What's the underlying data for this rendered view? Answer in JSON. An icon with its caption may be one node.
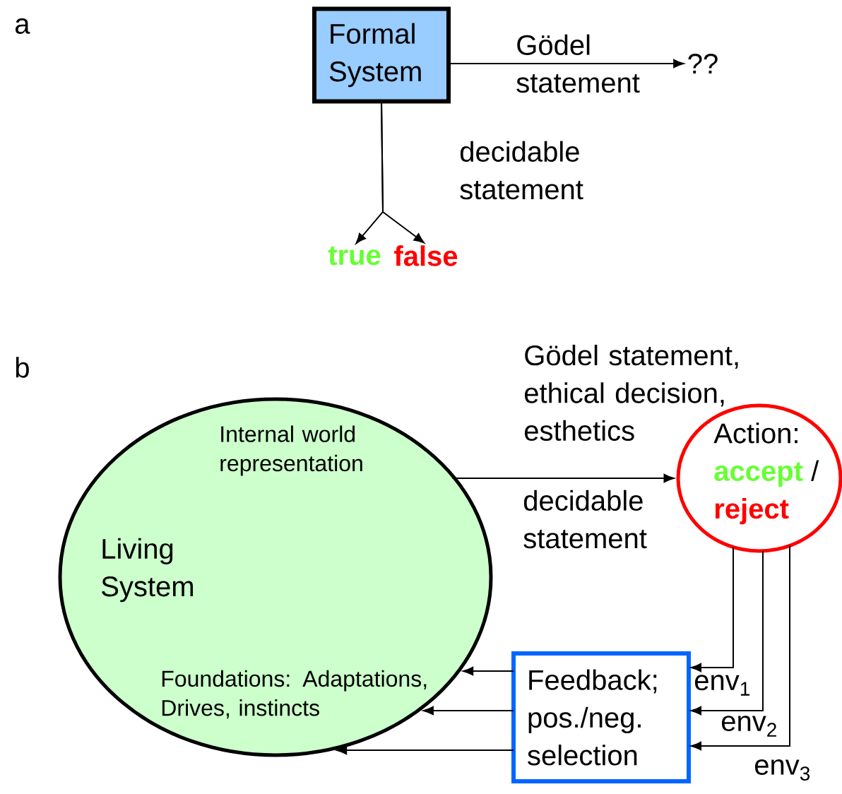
{
  "diagram": {
    "nodes": [
      {
        "text": [
          "Formal System"
        ]
      },
      {
        "text": [
          "??"
        ]
      },
      {
        "text": [
          "true"
        ]
      },
      {
        "text": [
          "false"
        ]
      },
      {
        "text": [
          "Internal world representation",
          "Living System",
          "Foundations: Adaptations, Drives, instincts"
        ]
      },
      {
        "text": [
          "Action:",
          "accept",
          "/",
          "reject"
        ]
      },
      {
        "text": [
          "Feedback; pos./neg. selection"
        ]
      }
    ],
    "edges": [
      {
        "from": 0,
        "to": 1,
        "arrow": "to",
        "label": "Gödel statement"
      },
      {
        "from": 0,
        "to": 2,
        "arrow": "to",
        "label": "decidable statement"
      },
      {
        "from": 0,
        "to": 3,
        "arrow": "to"
      },
      {
        "from": 4,
        "to": 5,
        "arrow": "to",
        "label": "decidable statement"
      },
      {
        "from": 5,
        "to": 6,
        "arrow": "to",
        "label": "env$_{1}$"
      },
      {
        "from": 5,
        "to": 6,
        "arrow": "to",
        "label": "env$_{2}$"
      },
      {
        "from": 5,
        "to": 6,
        "arrow": "to",
        "label": "env$_{3}$"
      },
      {
        "from": 6,
        "to": 4,
        "arrow": "to"
      },
      {
        "from": 6,
        "to": 4,
        "arrow": "to"
      },
      {
        "from": 6,
        "to": 4,
        "arrow": "to"
      }
    ],
    "labels": [
      "a",
      "b",
      "Gödel statement, ethical decision, esthetics"
    ]
  }
}
